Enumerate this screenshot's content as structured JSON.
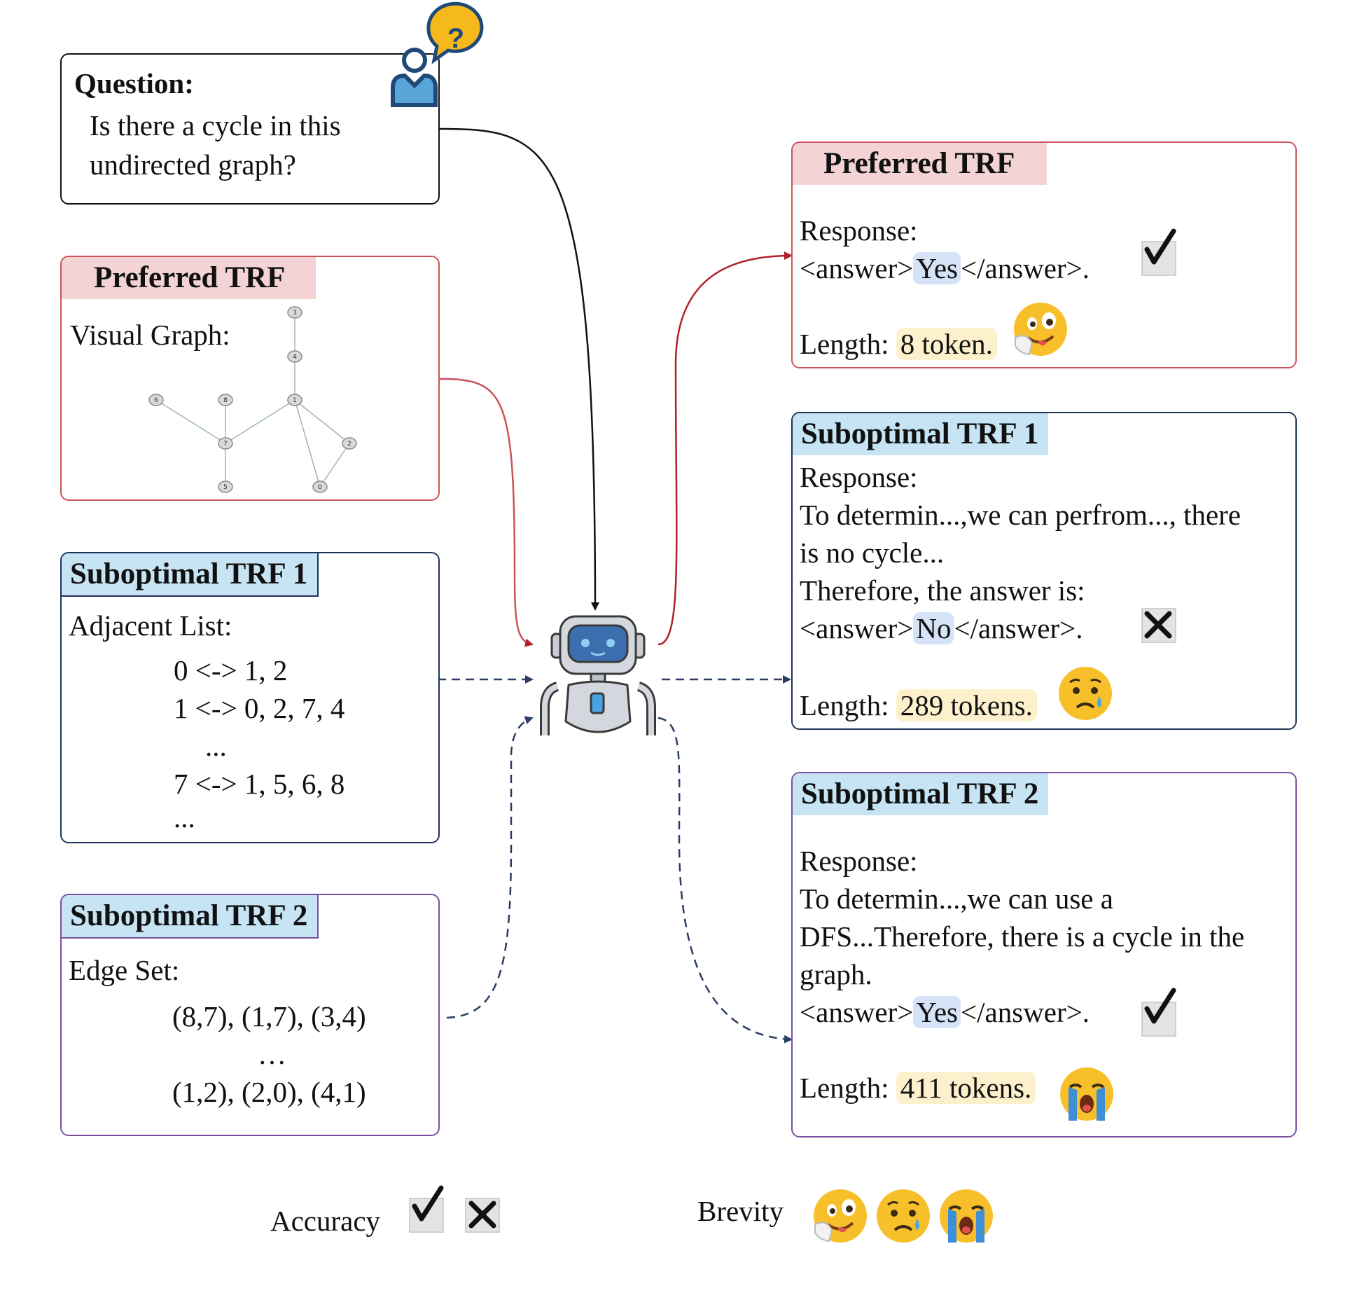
{
  "question": {
    "label": "Question:",
    "line1": "Is there a cycle in this",
    "line2": "undirected graph?"
  },
  "left_preferred": {
    "header": "Preferred TRF",
    "label": "Visual Graph:",
    "nodes": [
      "3",
      "4",
      "1",
      "6",
      "8",
      "7",
      "2",
      "5",
      "0"
    ]
  },
  "left_sub1": {
    "header": "Suboptimal TRF 1",
    "label": "Adjacent List:",
    "lines": [
      "0 <-> 1, 2",
      "1 <-> 0, 2, 7, 4",
      "...",
      "7 <-> 1, 5, 6, 8",
      "..."
    ]
  },
  "left_sub2": {
    "header": "Suboptimal TRF 2",
    "label": "Edge Set:",
    "lines": [
      "(8,7), (1,7), (3,4)",
      "…",
      "(1,2), (2,0), (4,1)"
    ]
  },
  "right_preferred": {
    "header": "Preferred TRF",
    "response_label": "Response:",
    "answer_open": "<answer>",
    "answer_value": "Yes",
    "answer_close": "</answer>.",
    "length_label": "Length:",
    "length_value": "8 token."
  },
  "right_sub1": {
    "header": "Suboptimal TRF 1",
    "response_label": "Response:",
    "line1": "To determin...,we can perfrom..., there",
    "line2": "is no cycle...",
    "line3": "Therefore, the answer is:",
    "answer_open": "<answer>",
    "answer_value": "No",
    "answer_close": "</answer>.",
    "length_label": "Length:",
    "length_value": "289 tokens."
  },
  "right_sub2": {
    "header": "Suboptimal TRF 2",
    "response_label": "Response:",
    "line1": "To determin...,we can use a",
    "line2": "DFS...Therefore, there is a cycle in the",
    "line3": "graph.",
    "answer_open": "<answer>",
    "answer_value": "Yes",
    "answer_close": "</answer>.",
    "length_label": "Length:",
    "length_value": "411 tokens."
  },
  "legend": {
    "accuracy_label": "Accuracy",
    "brevity_label": "Brevity"
  },
  "colors": {
    "pink_border": "#c9545a",
    "pink_header": "#f3d3d3",
    "navy_border": "#1f3358",
    "purple_border": "#7a4fa3",
    "blue_header": "#c6e4f4",
    "red_arrow": "#b0212a",
    "navy_arrow": "#2b3d66"
  },
  "icons": [
    "user-question-icon",
    "robot-icon",
    "check-icon",
    "cross-icon",
    "thinking-face-icon",
    "sad-face-icon",
    "crying-face-icon"
  ]
}
